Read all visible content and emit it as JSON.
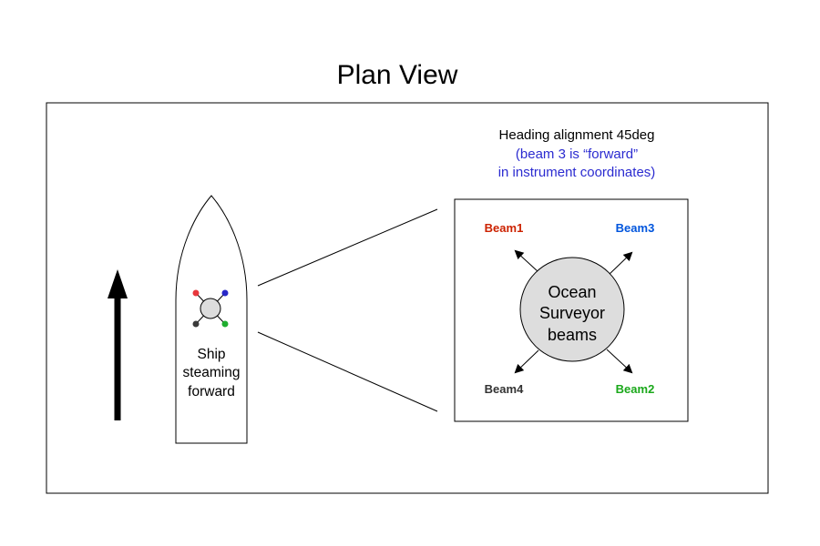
{
  "title": "Plan View",
  "heading_note": {
    "line1": "Heading alignment  45deg",
    "line2": "(beam 3 is “forward”",
    "line3": "in instrument coordinates)",
    "line1_color": "#000000",
    "note_color": "#2b2bd0"
  },
  "ship": {
    "label_lines": [
      "Ship",
      "steaming",
      "forward"
    ],
    "transducer_colors": {
      "beam1": "#e8383d",
      "beam2": "#1fae2f",
      "beam3": "#2828c8",
      "beam4": "#3a3a3a"
    }
  },
  "instrument": {
    "center_lines": [
      "Ocean",
      "Surveyor",
      "beams"
    ],
    "center_fill": "#dddddd",
    "beams": [
      {
        "id": "beam1",
        "label": "Beam1",
        "color": "#cc2200"
      },
      {
        "id": "beam3",
        "label": "Beam3",
        "color": "#0055dd"
      },
      {
        "id": "beam4",
        "label": "Beam4",
        "color": "#333333"
      },
      {
        "id": "beam2",
        "label": "Beam2",
        "color": "#1aa81a"
      }
    ]
  },
  "direction_arrow": "arrow-up-icon"
}
